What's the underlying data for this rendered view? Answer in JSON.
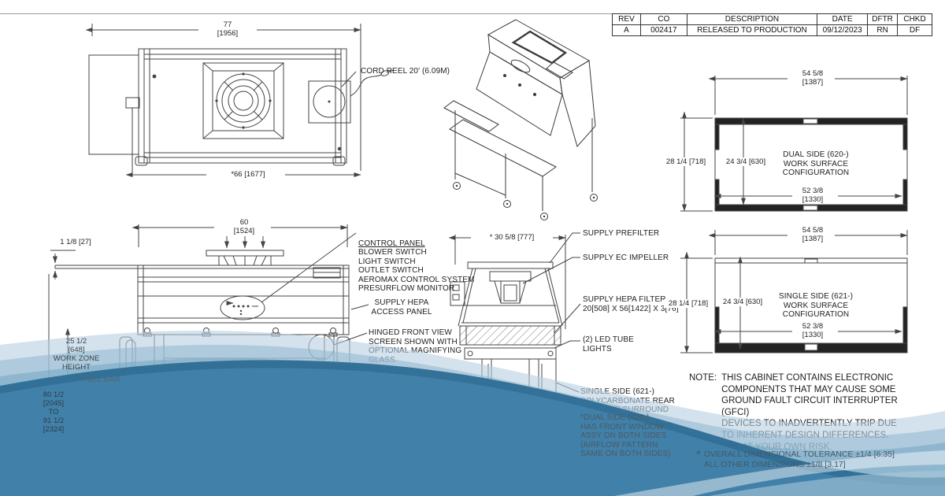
{
  "revision_table": {
    "headers": [
      "REV",
      "CO",
      "DESCRIPTION",
      "DATE",
      "DFTR",
      "CHKD"
    ],
    "rows": [
      [
        "A",
        "002417",
        "RELEASED TO PRODUCTION",
        "09/12/2023",
        "RN",
        "DF"
      ]
    ]
  },
  "top_view": {
    "dim_width_overall": "77\n[1956]",
    "dim_width_base": "*66 [1677]",
    "cord_reel_label": "CORD REEL 20' (6.09M)"
  },
  "front_view": {
    "dim_width": "60\n[1524]",
    "dim_surface_thickness": "1 1/8 [27]",
    "control_panel_title": "CONTROL PANEL",
    "control_panel_items": "BLOWER SWITCH\nLIGHT SWITCH\nOUTLET SWITCH\nAEROMAX CONTROL SYSTEM\nPRESURFLOW MONITOR",
    "supply_hepa_label": "SUPPLY HEPA\nACCESS PANEL",
    "hinged_screen_label": "HINGED FRONT VIEW\nSCREEN SHOWN WITH\nOPTIONAL MAGNIFYING\nGLASS",
    "work_zone_dim": "25 1/2\n[648]\nWORK ZONE\nHEIGHT",
    "pull_bar_label": "PULL BAR",
    "height_range_dim": "80 1/2\n[2045]\nTO\n91 1/2\n[2324]"
  },
  "side_view": {
    "dim_depth": "* 30 5/8 [777]",
    "prefilter_label": "SUPPLY PREFILTER",
    "impeller_label": "SUPPLY EC IMPELLER",
    "hepa_filter_label": "SUPPLY HEPA FILTER\n20[508] X 56[1422] X 3[76]",
    "led_label": "(2) LED TUBE\nLIGHTS",
    "single_side_label": "SINGLE SIDE (621-)\nPOLYCARBONATE REAR\nWALL AND SURROUND",
    "dual_side_note": "*DUAL SIDE (620-)\nHAS FRONT WINDOW\nASSY ON BOTH SIDES\n(AIRFLOW PATTERN\nSAME ON BOTH SIDES)"
  },
  "dual_surface": {
    "dim_top": "54 5/8\n[1387]",
    "dim_left": "28 1/4 [718]",
    "dim_inner_v": "24 3/4 [630]",
    "dim_inner_h": "52 3/8\n[1330]",
    "label": "DUAL SIDE (620-)\nWORK SURFACE\nCONFIGURATION"
  },
  "single_surface": {
    "dim_top": "54 5/8\n[1387]",
    "dim_left": "28 1/4 [718]",
    "dim_inner_v": "24 3/4 [630]",
    "dim_inner_h": "52 3/8\n[1330]",
    "label": "SINGLE SIDE (621-)\nWORK SURFACE\nCONFIGURATION"
  },
  "note": {
    "prefix": "NOTE:",
    "text": "THIS CABINET CONTAINS ELECTRONIC\nCOMPONENTS THAT MAY CAUSE SOME\nGROUND FAULT CIRCUIT INTERRUPTER (GFCI)\nDEVICES TO INADVERTENTLY TRIP DUE\nTO INHERENT DESIGN DIFFERENCES.\nUSE AT YOUR OWN RISK."
  },
  "tolerance_note": {
    "marker": "*",
    "text": "OVERALL DIMENSIONAL TOLERANCE ±1/4 [6.35]\nALL OTHER DIMENSIONS ±1/8 [3.17]"
  },
  "colors": {
    "line": "#444444",
    "dark_band": "#232323",
    "wave_light": "#b5cfdf",
    "wave_mid": "#8fb7cf",
    "wave_deep": "#6ea4c2",
    "wave_rim": "#2d6c93",
    "wave_main": "#4281a8"
  }
}
